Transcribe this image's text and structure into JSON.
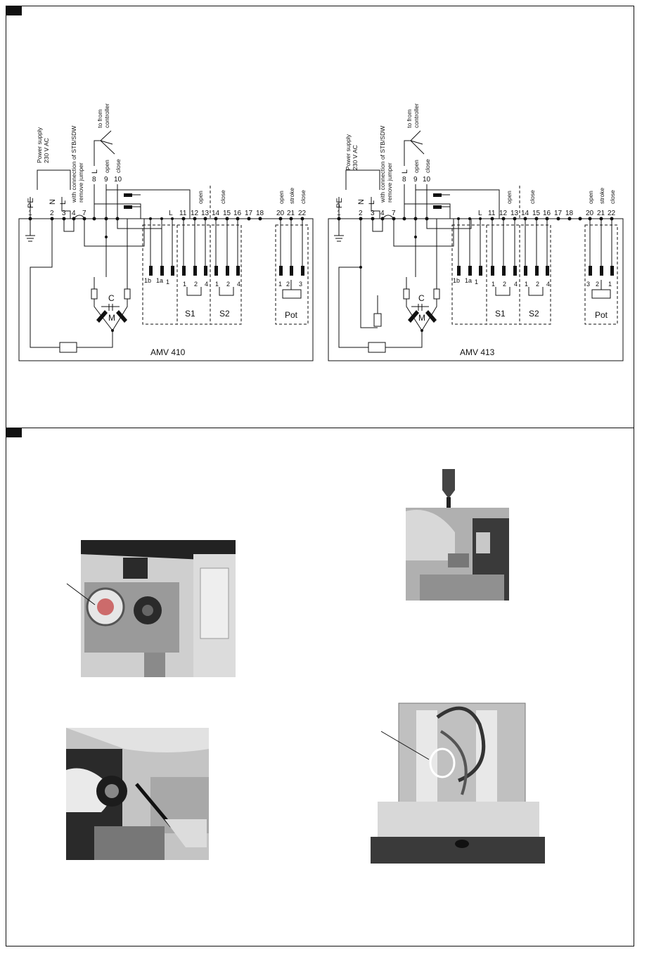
{
  "diagrams": [
    {
      "model": "AMV 410",
      "supply_lines": {
        "pe": "PE",
        "n": "N",
        "l": "L",
        "power_supply": "Power supply",
        "voltage": "230 V AC",
        "stb_line1": "with connection of STB/SDW",
        "stb_line2": "remove jumper"
      },
      "controller": {
        "to_from": "to from",
        "controller": "controller",
        "l": "L",
        "open": "open",
        "close": "close"
      },
      "terminals": [
        "1",
        "2",
        "3",
        "4",
        "7",
        "8",
        "9",
        "10",
        "11",
        "12",
        "13",
        "14",
        "15",
        "16",
        "17",
        "18",
        "20",
        "21",
        "22"
      ],
      "group_labels": {
        "s1_open": "open",
        "s2_close": "close",
        "pot_open": "open",
        "pot_stroke": "stroke",
        "pot_close": "close",
        "l_mark": "L"
      },
      "components": {
        "capacitor": "C",
        "motor": "M",
        "s1": "S1",
        "s2": "S2",
        "pot": "Pot"
      },
      "sub_labels": {
        "c1b": "1b",
        "c1a": "1a",
        "c1": "1",
        "s1_1": "1",
        "s1_2": "2",
        "s1_4": "4",
        "s2_1": "1",
        "s2_2": "2",
        "s2_4": "4",
        "p1": "1",
        "p2": "2",
        "p3": "3"
      }
    },
    {
      "model": "AMV 413",
      "supply_lines": {
        "pe": "PE",
        "n": "N",
        "l": "L",
        "power_supply": "Power supply",
        "voltage": "230 V AC",
        "stb_line1": "with connection of STB/SDW",
        "stb_line2": "remove jumper"
      },
      "controller": {
        "to_from": "to from",
        "controller": "controller",
        "l": "L",
        "open": "open",
        "close": "close"
      },
      "terminals": [
        "1",
        "2",
        "3",
        "4",
        "7",
        "8",
        "9",
        "10",
        "11",
        "12",
        "13",
        "14",
        "15",
        "16",
        "17",
        "18",
        "20",
        "21",
        "22"
      ],
      "group_labels": {
        "s1_open": "open",
        "s2_close": "close",
        "pot_open": "open",
        "pot_stroke": "stroke",
        "pot_close": "close",
        "l_mark": "L"
      },
      "components": {
        "capacitor": "C",
        "motor": "M",
        "s1": "S1",
        "s2": "S2",
        "pot": "Pot"
      },
      "sub_labels": {
        "c1b": "1b",
        "c1a": "1a",
        "c1": "1",
        "s1_1": "1",
        "s1_2": "2",
        "s1_4": "4",
        "s2_1": "1",
        "s2_2": "2",
        "s2_4": "4",
        "p1": "3",
        "p2": "2",
        "p3": "1"
      }
    }
  ],
  "photos": [
    {
      "subject": "actuator-gear-housing-photo"
    },
    {
      "subject": "screwdriver-terminal-photo"
    },
    {
      "subject": "hand-screwdriver-motor-photo"
    },
    {
      "subject": "terminal-board-circled-photo"
    }
  ],
  "colors": {
    "line": "#111111",
    "photo_bg": "#bdbdbd"
  }
}
